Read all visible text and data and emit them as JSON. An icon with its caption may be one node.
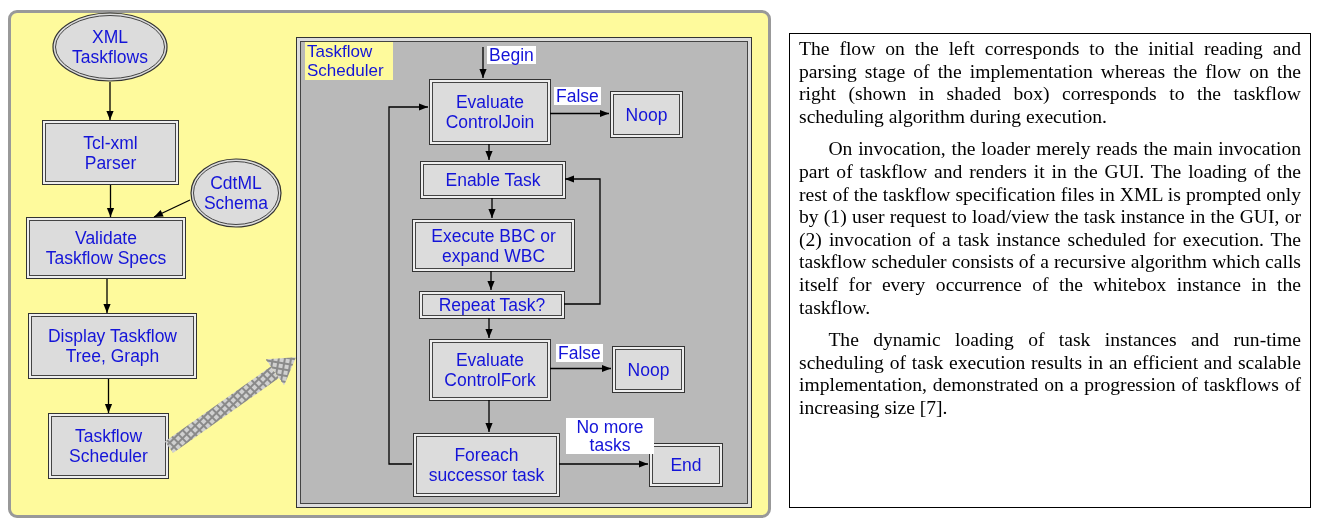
{
  "diagram": {
    "nodes": [
      {
        "text": [
          "XML Taskflows"
        ]
      },
      {
        "text": [
          "Tcl-xml Parser"
        ]
      },
      {
        "text": [
          "CdtML Schema"
        ]
      },
      {
        "text": [
          "Validate Taskflow Specs"
        ]
      },
      {
        "text": [
          "Display Taskflow Tree, Graph"
        ]
      },
      {
        "text": [
          "Taskflow Scheduler"
        ]
      },
      {
        "text": [
          "Taskflow Scheduler"
        ]
      },
      {
        "text": [
          "Evaluate ControlJoin"
        ],
        "in": 6
      },
      {
        "text": [
          "Noop"
        ],
        "in": 6
      },
      {
        "text": [
          "Enable Task"
        ],
        "in": 6
      },
      {
        "text": [
          "Execute BBC or expand WBC"
        ],
        "in": 6
      },
      {
        "text": [
          "Repeat Task?"
        ],
        "in": 6
      },
      {
        "text": [
          "Evaluate ControlFork"
        ],
        "in": 6
      },
      {
        "text": [
          "Noop"
        ],
        "in": 6
      },
      {
        "text": [
          "Foreach successor task"
        ],
        "in": 6
      },
      {
        "text": [
          "End"
        ],
        "in": 6
      },
      {
        "text": [
          "The flow on the left corresponds to the initial reading and parsing stage of the implementation whereas the flow on the right (shown in shaded box) corresponds to the taskflow scheduling algorithm during execution.",
          "On invocation, the loader merely reads the main invocation part of taskflow and renders it in the GUI. The loading of the rest of the taskflow specification files in XML is prompted only by (1) user request to load/view the task instance in the GUI, or (2) invocation of a task instance scheduled for execution. The taskflow scheduler consists of a recursive algorithm which calls itself for every occurrence of the whitebox instance in the taskflow.",
          "The dynamic loading of task instances and run-time scheduling of task execution results in an efficient and scalable implementation, demonstrated on a progression of taskflows of increasing size [7]."
        ]
      }
    ],
    "edges": [
      {
        "from": 0,
        "to": 1,
        "arrow": "to"
      },
      {
        "from": 1,
        "to": 3,
        "arrow": "to"
      },
      {
        "from": 2,
        "to": 3,
        "arrow": "to"
      },
      {
        "from": 3,
        "to": 4,
        "arrow": "to"
      },
      {
        "from": 4,
        "to": 5,
        "arrow": "to"
      },
      {
        "from": 5,
        "to": 6,
        "arrow": "to",
        "style": "thick"
      },
      {
        "from": null,
        "to": 7,
        "arrow": "to",
        "label": "Begin"
      },
      {
        "from": 7,
        "to": 8,
        "arrow": "to",
        "label": "False"
      },
      {
        "from": 7,
        "to": 9,
        "arrow": "to"
      },
      {
        "from": 9,
        "to": 10,
        "arrow": "to"
      },
      {
        "from": 10,
        "to": 11,
        "arrow": "to"
      },
      {
        "from": 11,
        "to": 9,
        "arrow": "to"
      },
      {
        "from": 11,
        "to": 12,
        "arrow": "to"
      },
      {
        "from": 12,
        "to": 13,
        "arrow": "to",
        "label": "False"
      },
      {
        "from": 12,
        "to": 14,
        "arrow": "to"
      },
      {
        "from": 14,
        "to": 15,
        "arrow": "to",
        "label": "No more tasks"
      },
      {
        "from": 14,
        "to": 7,
        "arrow": "to"
      }
    ]
  }
}
